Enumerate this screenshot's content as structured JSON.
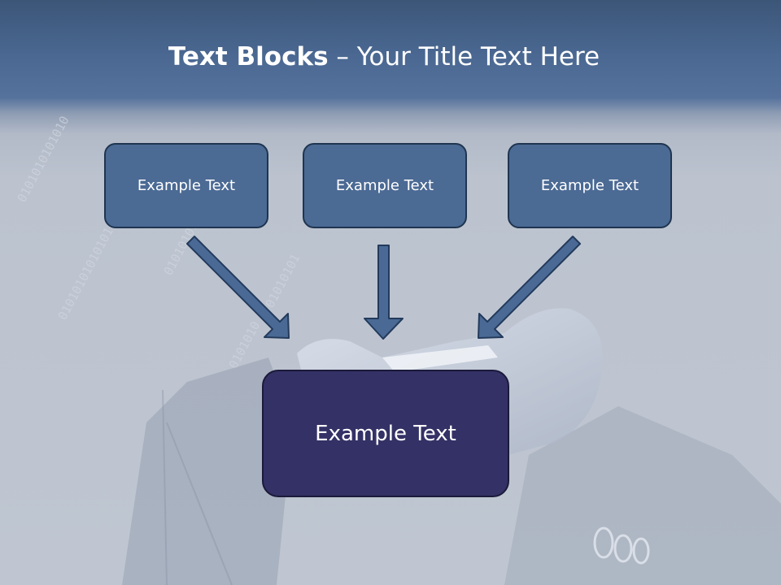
{
  "title": {
    "bold": "Text Blocks",
    "dash": " – ",
    "rest": "Your Title Text Here"
  },
  "blocks": [
    {
      "label": "Example Text"
    },
    {
      "label": "Example Text"
    },
    {
      "label": "Example Text"
    }
  ],
  "main_block": {
    "label": "Example Text"
  },
  "colors": {
    "header": "#4a6892",
    "block_fill": "#4b6a94",
    "main_block_fill": "#343166",
    "arrow_fill": "#4a6a95",
    "arrow_stroke": "#233a5c"
  }
}
